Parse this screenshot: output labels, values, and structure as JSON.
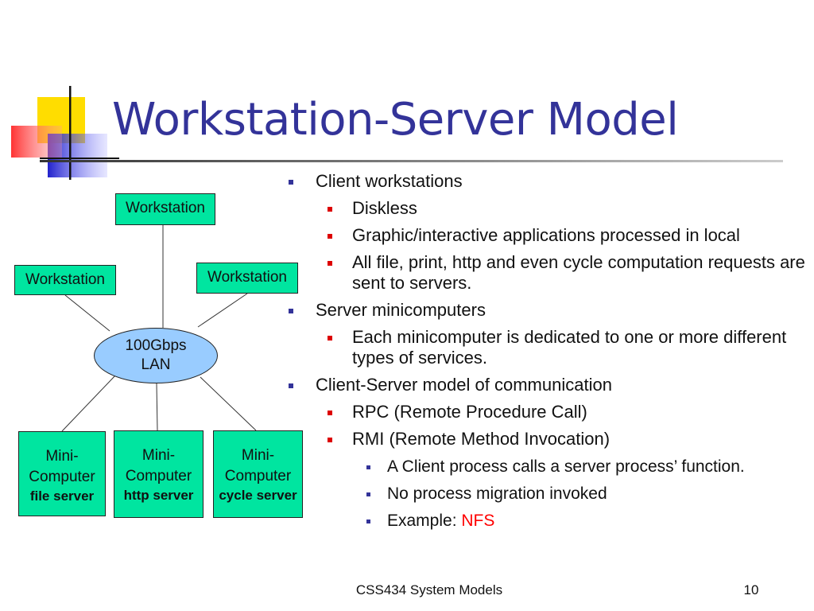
{
  "slide": {
    "title": "Workstation-Server Model",
    "footer": "CSS434 System Models",
    "page_number": "10"
  },
  "diagram": {
    "workstations": [
      "Workstation",
      "Workstation",
      "Workstation"
    ],
    "lan": {
      "line1": "100Gbps",
      "line2": "LAN"
    },
    "servers": [
      {
        "line1": "Mini-",
        "line2": "Computer",
        "role": "file server"
      },
      {
        "line1": "Mini-",
        "line2": "Computer",
        "role": "http server"
      },
      {
        "line1": "Mini-",
        "line2": "Computer",
        "role": "cycle server"
      }
    ]
  },
  "bullets": {
    "client_workstations": "Client workstations",
    "diskless": "Diskless",
    "graphic": "Graphic/interactive applications processed in local",
    "all_file": "All file, print, http and even cycle computation requests are sent to servers.",
    "server_minicomputers": "Server minicomputers",
    "each_mini": "Each minicomputer is dedicated to one or more different types of services.",
    "client_server": "Client-Server model of communication",
    "rpc": "RPC (Remote Procedure Call)",
    "rmi": "RMI (Remote Method Invocation)",
    "client_process": "A Client process calls a server process’ function.",
    "no_migration": "No process migration invoked",
    "example_label": "Example: ",
    "example_value": "NFS"
  },
  "colors": {
    "title": "#333399",
    "box_fill": "#00e5a0",
    "lan_fill": "#99ccff",
    "highlight": "#ff0000"
  }
}
